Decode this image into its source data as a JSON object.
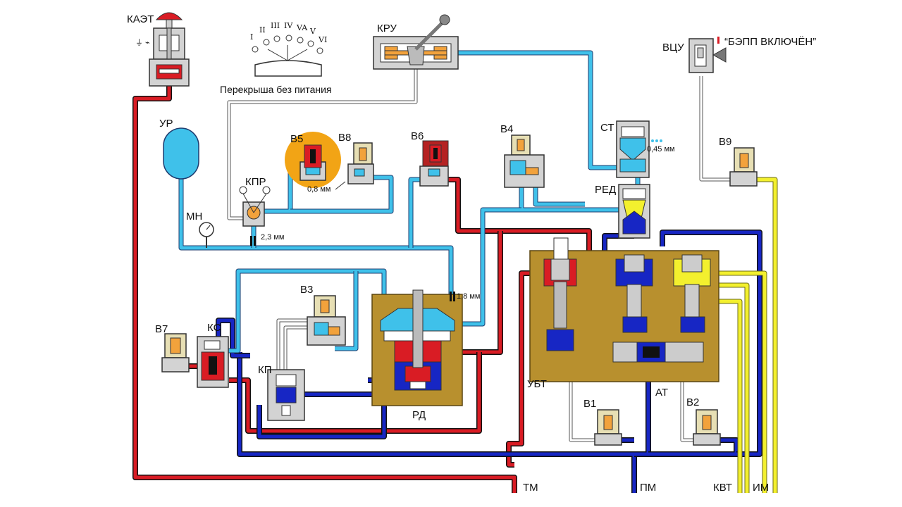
{
  "labels": {
    "kaet": "КАЭТ",
    "kru": "КРУ",
    "vcu": "ВЦУ",
    "bepp": "“БЭПП ВКЛЮЧЁН”",
    "ur": "УР",
    "kpr": "КПР",
    "v5": "В5",
    "v8": "В8",
    "v6": "В6",
    "v4": "В4",
    "st": "СТ",
    "red": "РЕД",
    "v9": "В9",
    "mn": "МН",
    "v3": "В3",
    "v7": "В7",
    "ks": "КС",
    "kp": "КП",
    "rd": "РД",
    "ubt": "УБТ",
    "v1": "В1",
    "at": "АТ",
    "v2": "В2",
    "tm": "ТМ",
    "pm": "ПМ",
    "kvt": "КВТ",
    "im": "ИМ",
    "overlap": "Перекрыша без питания",
    "d_08": "0,8 мм",
    "d_23": "2,3 мм",
    "d_18": "1,8 мм",
    "d_045": "0,45 мм"
  },
  "positions": [
    "I",
    "II",
    "III",
    "IV",
    "VA",
    "V",
    "VI"
  ],
  "colors": {
    "red": "#d91c24",
    "blue": "#1726c4",
    "cyan": "#3fc1ea",
    "yellow": "#f3f02e",
    "white": "#ffffff",
    "highlight": "#f2a415",
    "brown": "#b8902e"
  }
}
